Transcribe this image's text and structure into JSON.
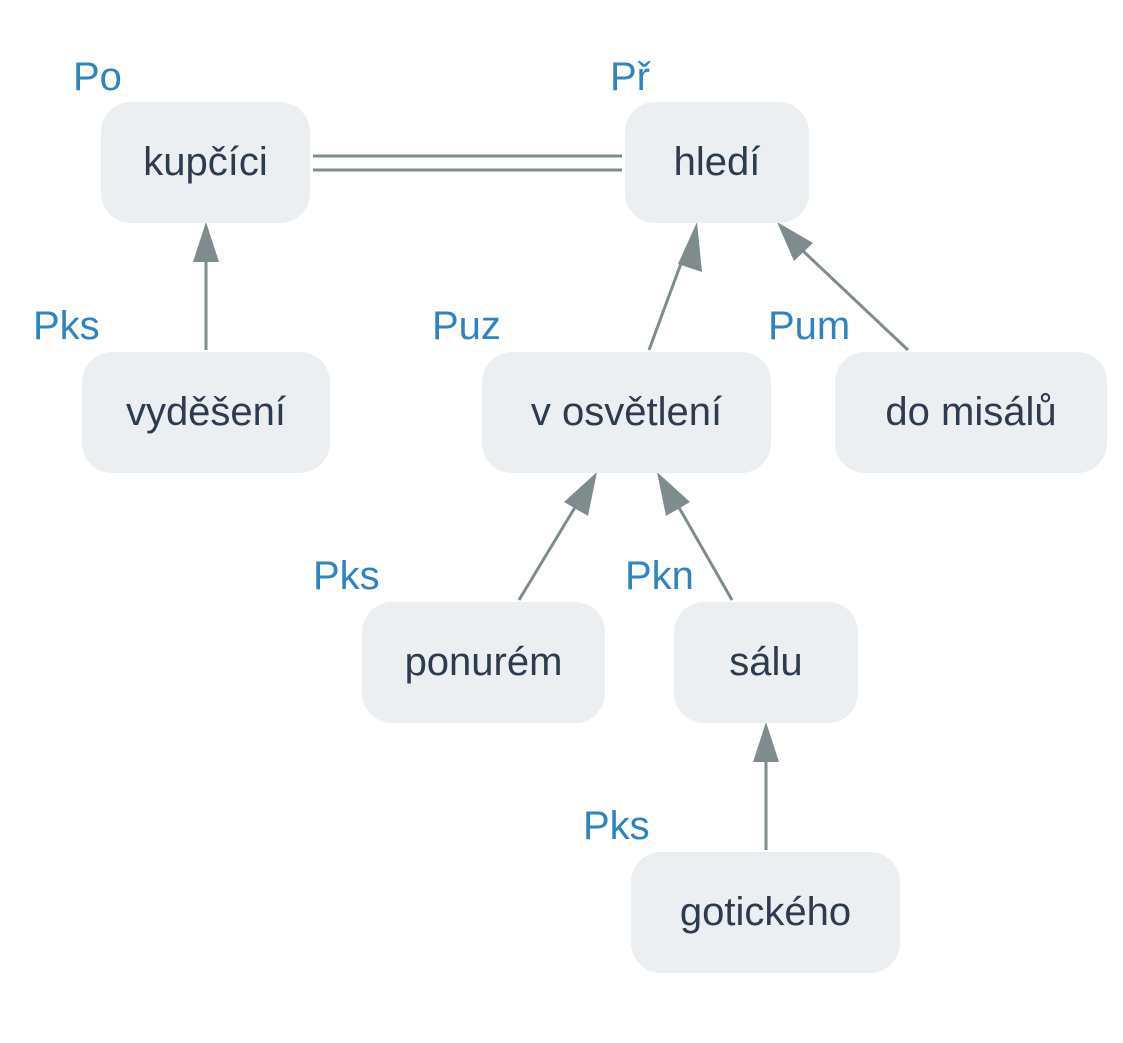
{
  "diagram": {
    "edge_color": "#7f8c8d",
    "node_fill": "#ebeff1",
    "node_text_color": "#2d3b4f",
    "label_color": "#2f84be",
    "nodes": {
      "kupcici": {
        "text": "kupčíci",
        "label": "Po"
      },
      "hledi": {
        "text": "hledí",
        "label": "Př"
      },
      "vydeseni": {
        "text": "vyděšení",
        "label": "Pks"
      },
      "osvetleni": {
        "text": "v osvětlení",
        "label": "Puz"
      },
      "misalu": {
        "text": "do misálů",
        "label": "Pum"
      },
      "ponurem": {
        "text": "ponurém",
        "label": "Pks"
      },
      "salu": {
        "text": "sálu",
        "label": "Pkn"
      },
      "gotickeho": {
        "text": "gotického",
        "label": "Pks"
      }
    },
    "edges": [
      {
        "from": "kupcici",
        "to": "hledi",
        "type": "coordination"
      },
      {
        "from": "vydeseni",
        "to": "kupcici",
        "type": "dependency"
      },
      {
        "from": "osvetleni",
        "to": "hledi",
        "type": "dependency"
      },
      {
        "from": "misalu",
        "to": "hledi",
        "type": "dependency"
      },
      {
        "from": "ponurem",
        "to": "osvetleni",
        "type": "dependency"
      },
      {
        "from": "salu",
        "to": "osvetleni",
        "type": "dependency"
      },
      {
        "from": "gotickeho",
        "to": "salu",
        "type": "dependency"
      }
    ]
  }
}
